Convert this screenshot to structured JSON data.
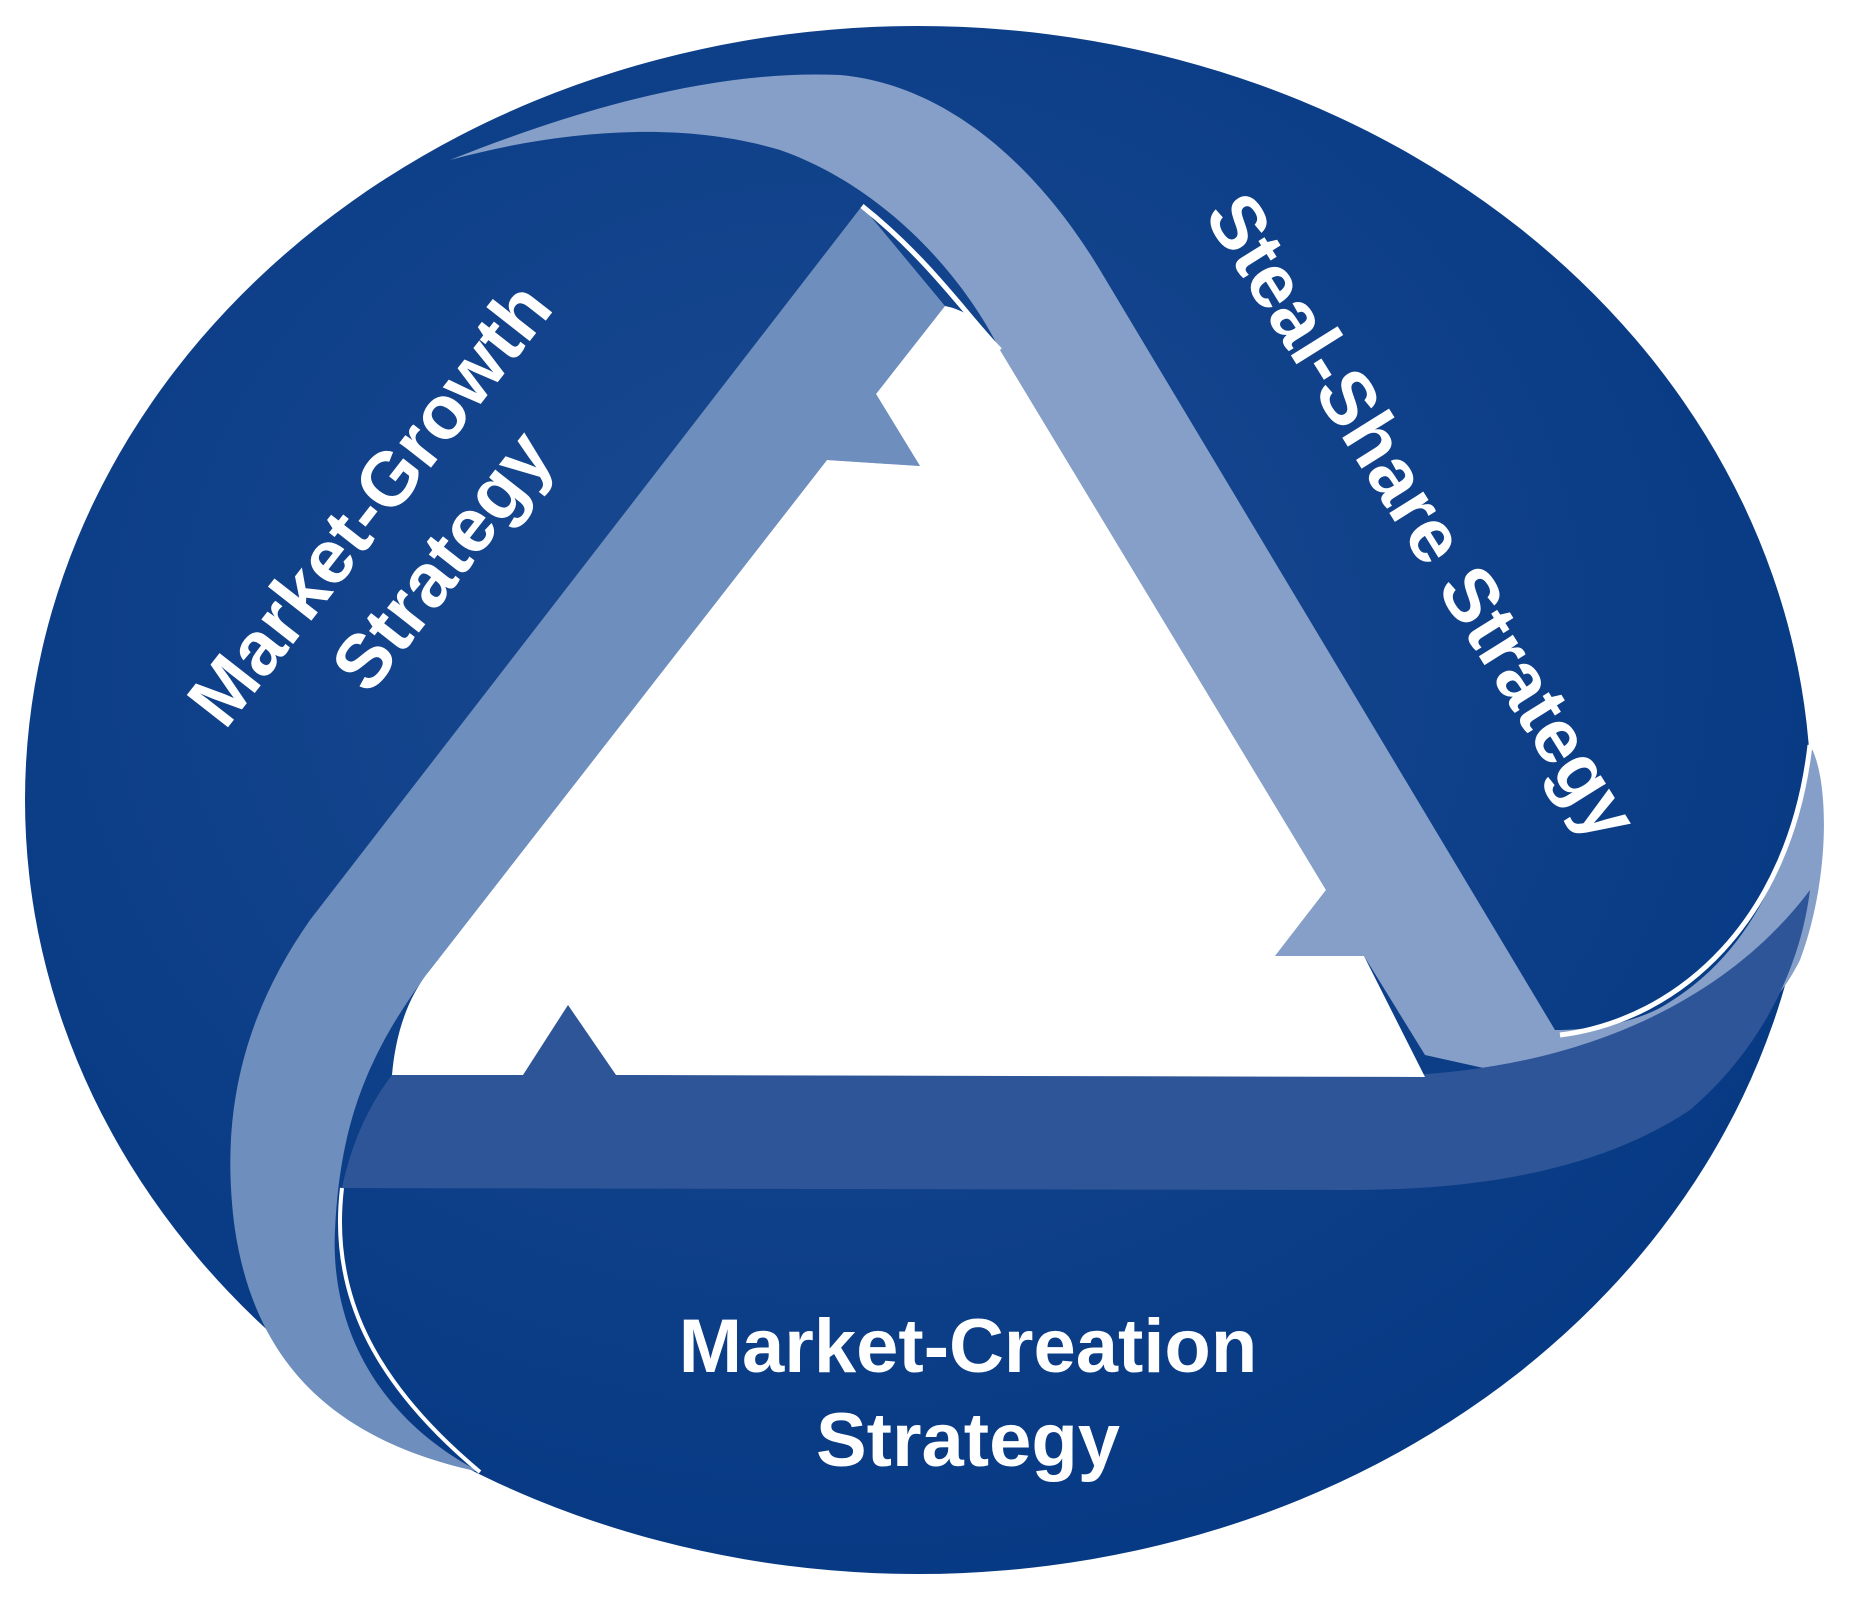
{
  "diagram": {
    "segments": [
      {
        "id": "market-growth",
        "lines": [
          "Market-Growth",
          "Strategy"
        ]
      },
      {
        "id": "steal-share",
        "lines": [
          "Steal-Share Strategy"
        ]
      },
      {
        "id": "market-creation",
        "lines": [
          "Market-Creation",
          "Strategy"
        ]
      }
    ],
    "colors": {
      "background": "#ffffff",
      "circle": "#043782",
      "circle_light": "#1a4a91",
      "band_left": "#6e8ebd",
      "band_right": "#859fc8",
      "band_bottom": "#2d5598",
      "text": "#ffffff"
    }
  }
}
